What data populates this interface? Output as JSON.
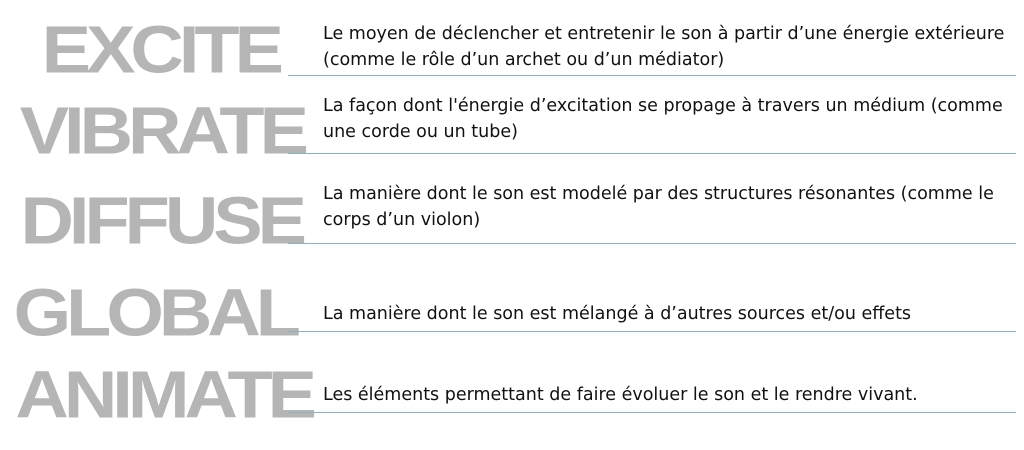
{
  "rows": [
    {
      "word": "EXCITE",
      "description": "Le moyen de déclencher et entretenir le son à partir d’une énergie extérieure (comme le rôle d’un archet ou d’un médiator)"
    },
    {
      "word": "VIBRATE",
      "description": "La façon dont l'énergie d’excitation se propage à travers  un médium (comme une corde ou un tube)"
    },
    {
      "word": "DIFFUSE",
      "description": "La manière dont le son est modelé par des structures résonantes (comme le corps d’un violon)"
    },
    {
      "word": "GLOBAL",
      "description": "La manière dont le son est mélangé à d’autres sources et/ou effets"
    },
    {
      "word": "ANIMATE",
      "description": "Les éléments permettant de faire évoluer le son et le rendre vivant."
    }
  ],
  "colors": {
    "word": "#b5b5b5",
    "text": "#111111",
    "rule": "#8fb0bd"
  }
}
